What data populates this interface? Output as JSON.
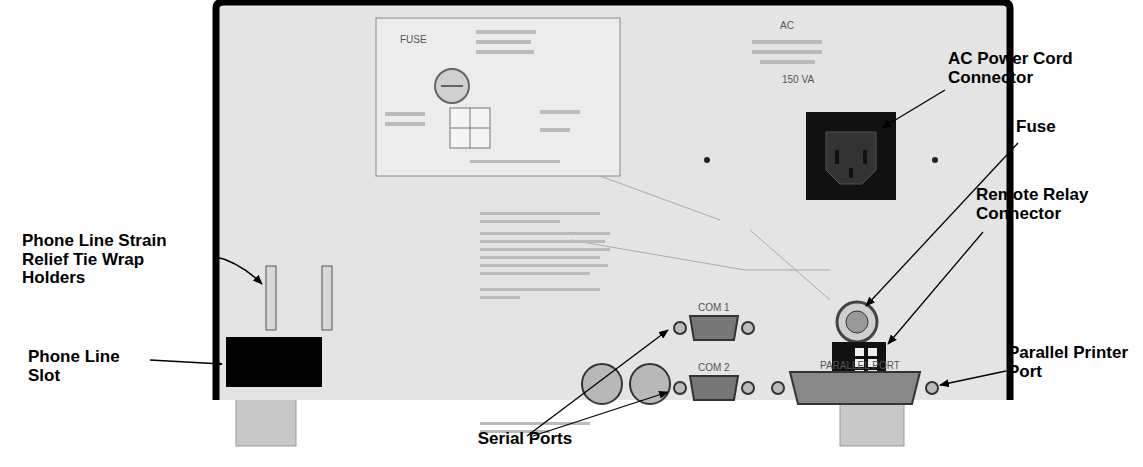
{
  "diagram": {
    "labels": [
      "Phone Line Strain Relief Tie Wrap Holders",
      "Phone Line Slot",
      "AC Power Cord Connector",
      "Fuse",
      "Remote Relay Connector",
      "Parallel Printer Port",
      "Serial Ports",
      "FUSE",
      "AC",
      "150 VA",
      "COM 1",
      "COM 2",
      "PARALLEL PORT"
    ]
  }
}
